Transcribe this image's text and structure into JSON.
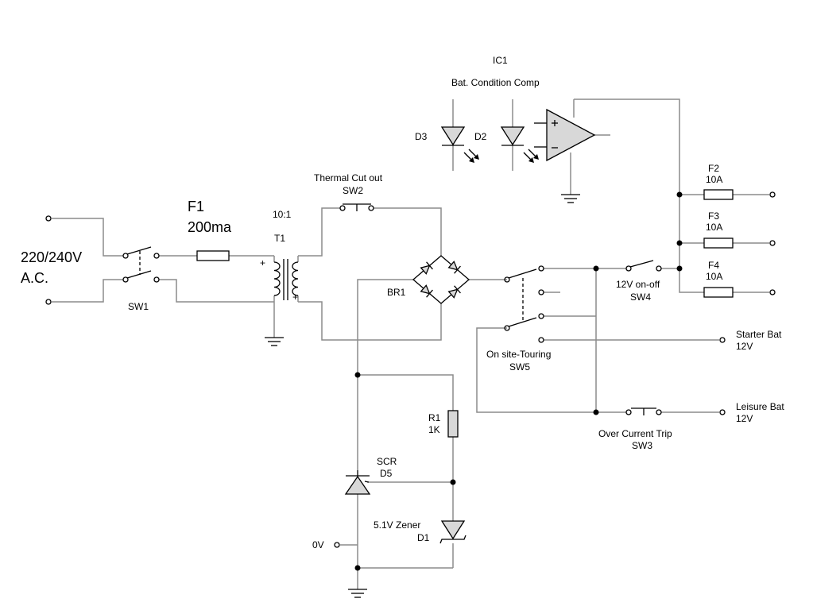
{
  "labels": {
    "ic1": "IC1",
    "ic1_desc": "Bat. Condition Comp",
    "d3": "D3",
    "d2": "D2",
    "f1": "F1",
    "f1_val": "200ma",
    "ac_in": "220/240V",
    "ac": "A.C.",
    "sw1": "SW1",
    "ratio": "10:1",
    "t1": "T1",
    "thermal": "Thermal Cut out",
    "sw2": "SW2",
    "br1": "BR1",
    "f2": "F2",
    "f2_val": "10A",
    "f3": "F3",
    "f3_val": "10A",
    "f4": "F4",
    "f4_val": "10A",
    "sw4_desc": "12V on-off",
    "sw4": "SW4",
    "starter": "Starter Bat",
    "starter_v": "12V",
    "onsite": "On site-Touring",
    "sw5": "SW5",
    "leisure": "Leisure Bat",
    "leisure_v": "12V",
    "overcurrent": "Over Current Trip",
    "sw3": "SW3",
    "r1": "R1",
    "r1_val": "1K",
    "scr": "SCR",
    "d5": "D5",
    "zener": "5.1V Zener",
    "d1": "D1",
    "zero_v": "0V",
    "plus": "+"
  },
  "colors": {
    "wire": "#8c8c8c",
    "component": "#000000",
    "fill": "#d8d8d8"
  }
}
